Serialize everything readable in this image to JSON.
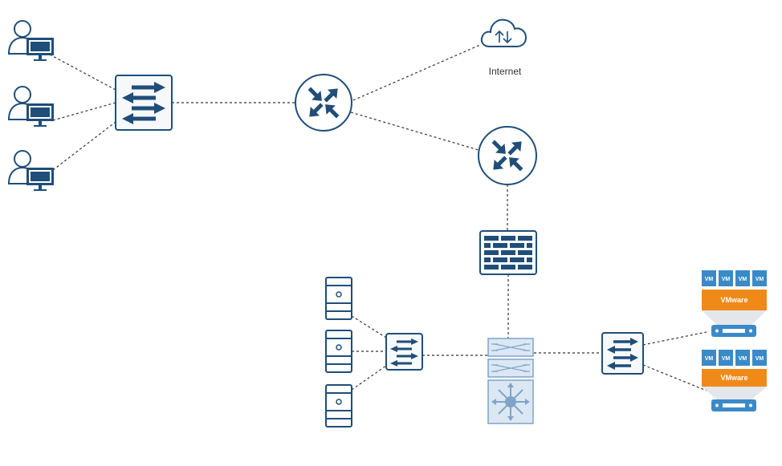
{
  "internet": {
    "label": "Internet",
    "icon": "cloud-upload-download-icon"
  },
  "hosts": [
    {
      "vm_labels": [
        "VM",
        "VM",
        "VM",
        "VM"
      ],
      "hypervisor_label": "VMware"
    },
    {
      "vm_labels": [
        "VM",
        "VM",
        "VM",
        "VM"
      ],
      "hypervisor_label": "VMware"
    }
  ],
  "colors": {
    "primary": "#1f4e79",
    "line": "#333333",
    "vm_blue": "#3a8ac8",
    "vmware_orange": "#ef8a1a",
    "core_fill": "#dbe7f3",
    "core_stroke": "#7ea4c9"
  }
}
